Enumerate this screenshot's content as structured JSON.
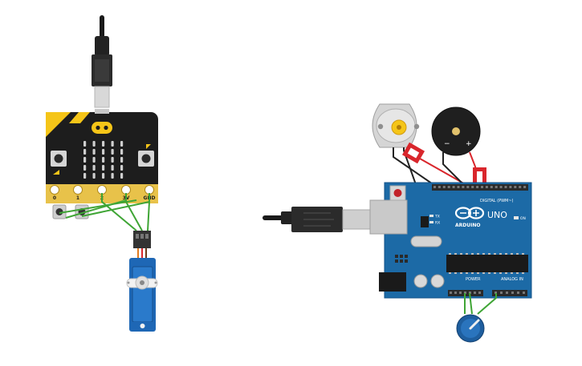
{
  "microbit": {
    "pin_labels": [
      "0",
      "1",
      "2",
      "3V",
      "GND"
    ],
    "colors": {
      "board": "#1d1d1d",
      "accent": "#f5c518",
      "led": "#cfcfcf"
    }
  },
  "arduino": {
    "logo_text": "ARDUINO",
    "model_text": "UNO",
    "on_label": "ON",
    "tx_label": "TX",
    "rx_label": "RX",
    "digital_label": "DIGITAL (PWM~)",
    "power_label": "POWER",
    "analog_label": "ANALOG IN",
    "colors": {
      "board": "#1c6aa6",
      "headers": "#2a2a2a",
      "chip": "#1a1a1a"
    }
  },
  "buzzer": {
    "minus_label": "−",
    "plus_label": "+"
  },
  "wire_colors": {
    "green": "#3fa535",
    "red": "#d9262c",
    "black": "#222222",
    "orange": "#e07a1e"
  }
}
